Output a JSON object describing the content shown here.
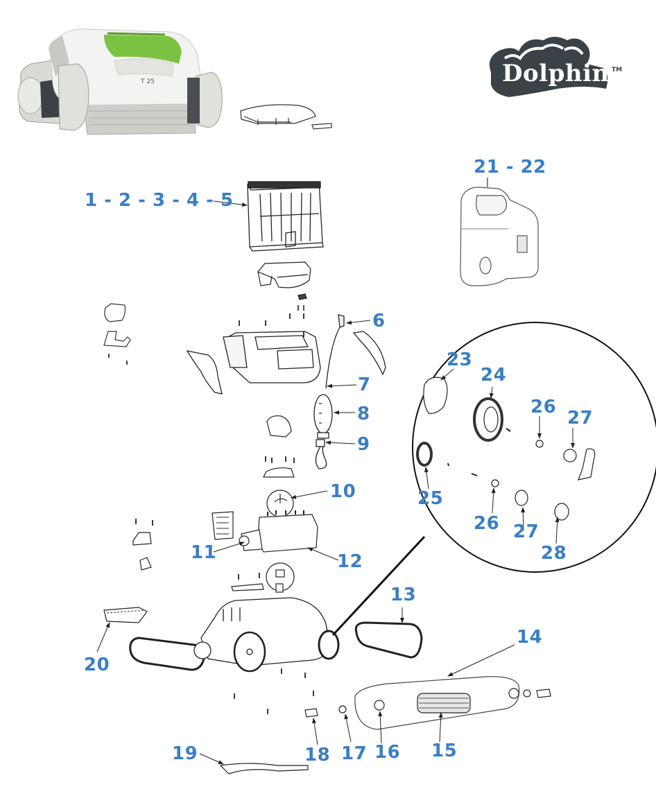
{
  "title": "Dolphin T25 exploded parts diagram",
  "brand": {
    "name": "Dolphin",
    "trademark": "TM",
    "color": "#3b4247"
  },
  "product": {
    "model_label": "T 25",
    "accent_color": "#7cc242"
  },
  "callout_color": "#3a7fc4",
  "callouts": {
    "filter_group": "1 - 2 - 3 - 4 - 5",
    "power_supply": "21 - 22",
    "swivel": "6",
    "cable": "7",
    "float": "8",
    "cable_clip": "9",
    "impeller": "10",
    "pump_motor": "11",
    "motor_unit": "12",
    "track": "13",
    "brush_assembly": "14",
    "brush": "15",
    "nut": "16",
    "washer": "17",
    "bushing": "18",
    "brush_strip": "19",
    "intake_cover": "20",
    "detail_23": "23",
    "detail_24": "24",
    "detail_25": "25",
    "detail_26a": "26",
    "detail_26b": "26",
    "detail_27a": "27",
    "detail_27b": "27",
    "detail_28": "28"
  }
}
